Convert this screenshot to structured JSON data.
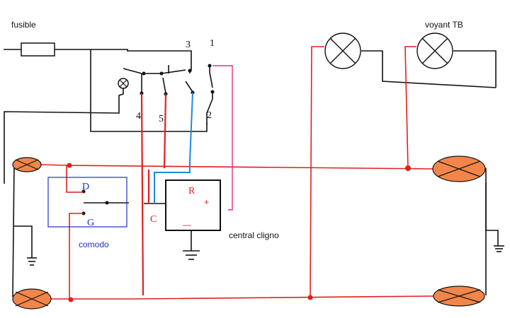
{
  "labels": {
    "fusible": "fusible",
    "voyant": "voyant TB",
    "central": "central cligno",
    "comodo": "comodo",
    "term_D": "D",
    "term_G": "G",
    "term_C": "C",
    "term_R": "R",
    "plus": "+",
    "minus": "—",
    "n1": "1",
    "n2": "2",
    "n3": "3",
    "n4": "4",
    "n5": "5"
  },
  "colors": {
    "wire_black": "#111111",
    "wire_red": "#e02020",
    "wire_blue": "#1a8be0",
    "wire_pink": "#e0307a",
    "lamp_fill": "#f2864a",
    "dot_red": "#e02020"
  }
}
